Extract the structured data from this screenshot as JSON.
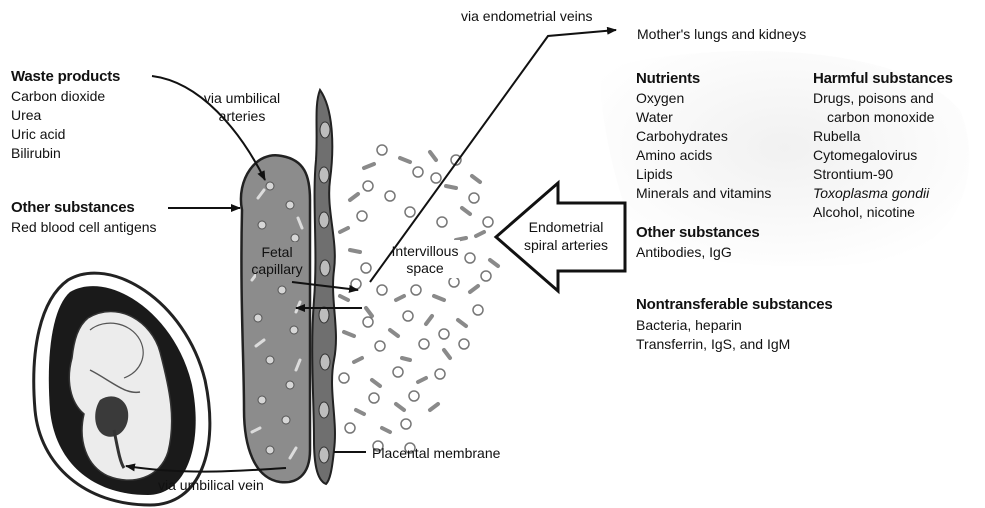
{
  "labels": {
    "via_endometrial_veins": "via endometrial veins",
    "mothers_lungs_kidneys": "Mother's lungs and kidneys",
    "via_umbilical_arteries": "via umbilical arteries",
    "fetal_capillary": "Fetal capillary",
    "intervillous_space": "Intervillous space",
    "endometrial_spiral_arteries": "Endometrial spiral arteries",
    "placental_membrane": "Placental membrane",
    "via_umbilical_vein": "via umbilical vein"
  },
  "waste_products": {
    "title": "Waste products",
    "items": [
      "Carbon dioxide",
      "Urea",
      "Uric acid",
      "Bilirubin"
    ]
  },
  "fetal_other_substances": {
    "title": "Other substances",
    "items": [
      "Red blood cell antigens"
    ]
  },
  "nutrients": {
    "title": "Nutrients",
    "items": [
      "Oxygen",
      "Water",
      "Carbohydrates",
      "Amino acids",
      "Lipids",
      "Minerals and vitamins"
    ]
  },
  "harmful_substances": {
    "title": "Harmful substances",
    "items": [
      "Drugs, poisons and",
      "carbon monoxide",
      "Rubella",
      "Cytomegalovirus",
      "Strontium-90",
      "Toxoplasma gondii",
      "Alcohol, nicotine"
    ]
  },
  "maternal_other_substances": {
    "title": "Other substances",
    "items": [
      "Antibodies, IgG"
    ]
  },
  "nontransferable": {
    "title": "Nontransferable substances",
    "items": [
      "Bacteria, heparin",
      "Transferrin, IgS, and IgM"
    ]
  }
}
